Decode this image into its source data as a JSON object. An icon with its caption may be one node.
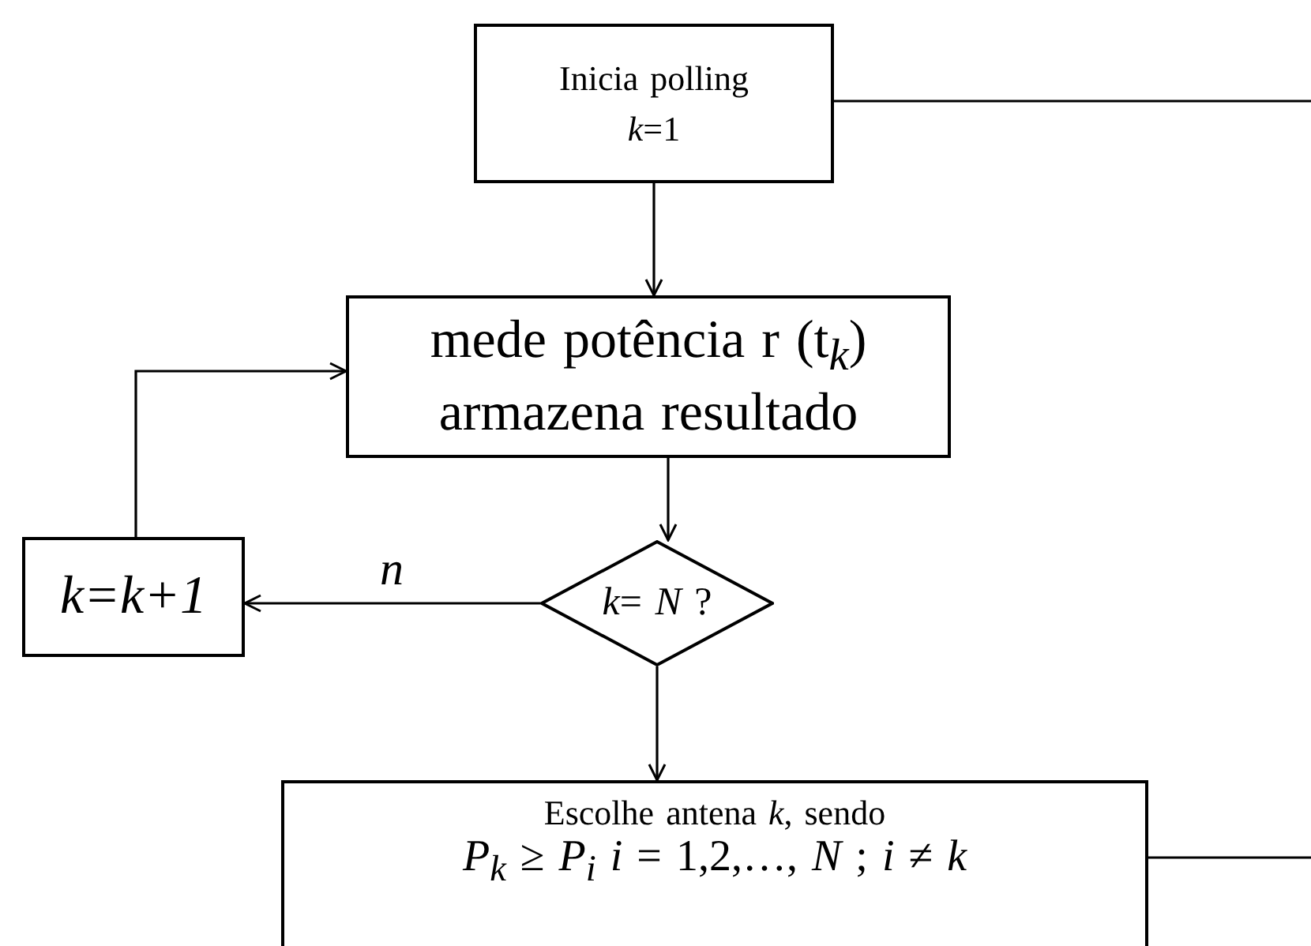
{
  "diagram": {
    "nodes": [
      {
        "text": [
          "Inicia polling",
          "*k*=1"
        ]
      },
      {
        "text": [
          "mede potência r (t$_{k}$)",
          "armazena resultado"
        ]
      },
      {
        "text": [
          "*k*= *N* ?"
        ]
      },
      {
        "text": [
          "k=k+1"
        ]
      },
      {
        "text": [
          "Escolhe antena *k*, sendo",
          "*P*$_{k}$ ≥ *P*$_{i}$ *i* = 1,2,…, *N* ; *i* ≠ *k*"
        ]
      }
    ],
    "edges": [
      {
        "from": 0,
        "to": 1,
        "arrow": "to"
      },
      {
        "from": 1,
        "to": 2,
        "arrow": "to"
      },
      {
        "from": 2,
        "to": 3,
        "arrow": "to",
        "label": "n"
      },
      {
        "from": 3,
        "to": 1,
        "arrow": "to"
      },
      {
        "from": 2,
        "to": 4,
        "arrow": "to"
      },
      {
        "from": 0,
        "to": null,
        "arrow": "none"
      },
      {
        "from": 4,
        "to": null,
        "arrow": "none"
      }
    ]
  }
}
